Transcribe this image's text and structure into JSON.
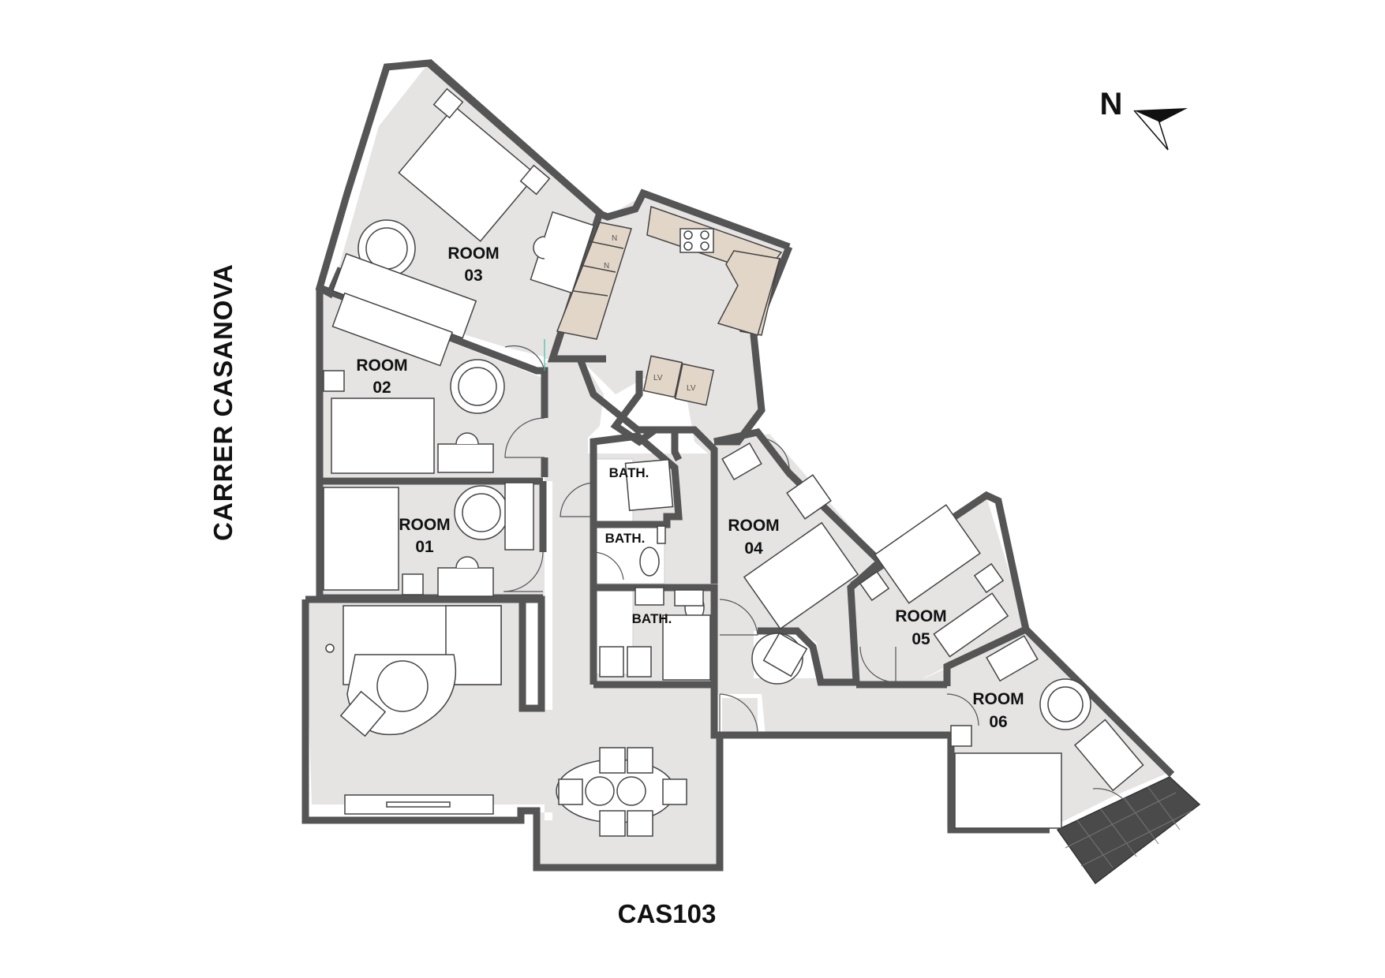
{
  "plan": {
    "code": "CAS103",
    "street": "CARRER  CASANOVA",
    "north": "N"
  },
  "rooms": {
    "room03": {
      "line1": "ROOM",
      "line2": "03"
    },
    "room02": {
      "line1": "ROOM",
      "line2": "02"
    },
    "room01": {
      "line1": "ROOM",
      "line2": "01"
    },
    "room04": {
      "line1": "ROOM",
      "line2": "04"
    },
    "room05": {
      "line1": "ROOM",
      "line2": "05"
    },
    "room06": {
      "line1": "ROOM",
      "line2": "06"
    }
  },
  "baths": {
    "bath1": "BATH.",
    "bath2": "BATH.",
    "bath3": "BATH."
  },
  "appliances": {
    "fridge_mark": "N",
    "washer_mark": "LV"
  },
  "colors": {
    "floor": "#e6e3e3",
    "wall": "#555555",
    "kitchen": "#e2d6c8",
    "balcony": "#4a4a4a"
  }
}
